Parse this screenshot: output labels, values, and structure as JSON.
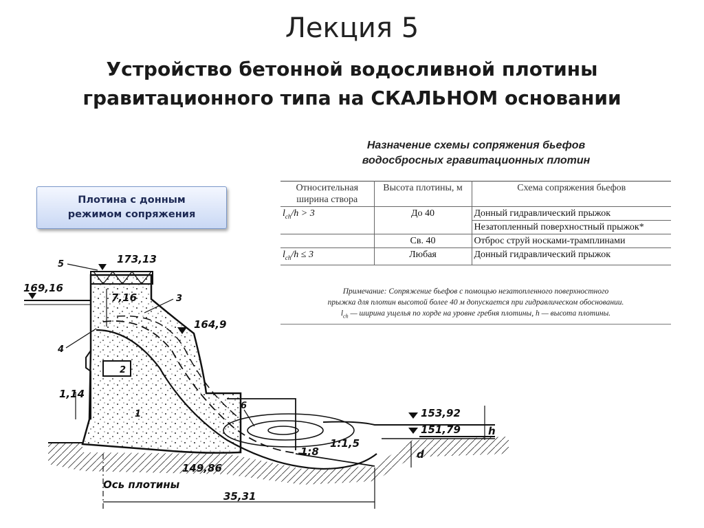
{
  "slide": {
    "title": "Лекция 5",
    "subtitle_line1": "Устройство бетонной водосливной плотины",
    "subtitle_line2": "гравитационного типа на СКАЛЬНОМ основании",
    "badge_line1": "Плотина с донным",
    "badge_line2": "режимом сопряжения"
  },
  "table": {
    "caption_line1": "Назначение схемы сопряжения бьефов",
    "caption_line2": "водосбросных гравитационных плотин",
    "headers": [
      "Относительная ширина створа",
      "Высота плотины, м",
      "Схема сопряжения бьефов"
    ],
    "rows": [
      {
        "width": "l/h > 3",
        "height": "До 40",
        "scheme": "Донный гидравлический прыжок"
      },
      {
        "width": "",
        "height": "",
        "scheme": "Незатопленный поверхностный прыжок*"
      },
      {
        "width": "",
        "height": "Св. 40",
        "scheme": "Отброс струй носками-трамплинами"
      },
      {
        "width": "l/h ≤ 3",
        "height": "Любая",
        "scheme": "Донный гидравлический прыжок"
      }
    ],
    "width_sym_1": "ch",
    "width_rest_1": "/h > 3",
    "width_sym_2": "ch",
    "width_rest_2": "/h ≤ 3",
    "note_line1": "Примечание: Сопряжение бьефов с помощью незатопленного поверхностного",
    "note_line2": "прыжка для плотин высотой более 40 м допускается при гидравлическом обосновании.",
    "note_line3_sym": "ch",
    "note_line3_rest": " — ширина ущелья по хорде на уровне гребня плотины, h — высота плотины."
  },
  "drawing": {
    "crest_elev": "173,13",
    "upstream_elev": "169,16",
    "gate_dim": "7,16",
    "jet_elev": "164,9",
    "tail_elev_1": "153,92",
    "tail_elev_2": "151,79",
    "base_elev": "149,86",
    "offset_dim": "1,14",
    "length_dim": "35,31",
    "axis_label": "Ось плотины",
    "slope_1": "1:8",
    "slope_2": "1:1,5",
    "h_label": "h",
    "d_label": "d",
    "marker_1": "1",
    "marker_2": "2",
    "marker_3": "3",
    "marker_4": "4",
    "marker_5": "5",
    "marker_6": "6",
    "colors": {
      "ink": "#111111",
      "badge_text": "#1e2a55",
      "badge_border": "#7a97c9"
    }
  }
}
